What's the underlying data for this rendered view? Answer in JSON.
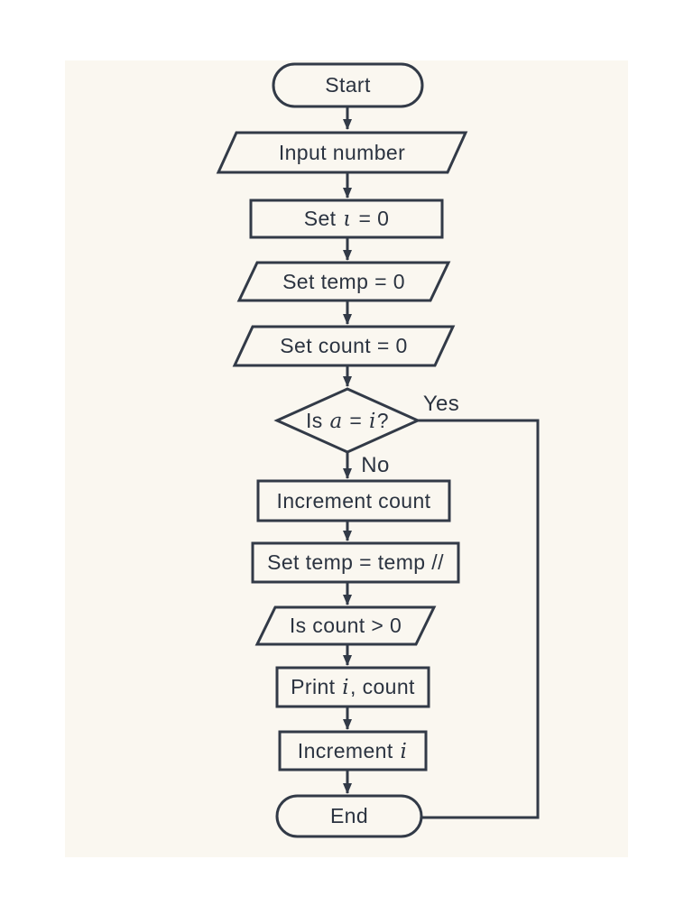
{
  "colors": {
    "background": "#ffffff",
    "panel": "#faf7f0",
    "stroke": "#323a47",
    "text": "#2b3340"
  },
  "flowchart": {
    "nodes": {
      "start": {
        "shape": "terminator",
        "label": "Start"
      },
      "input_number": {
        "shape": "parallelogram",
        "label": "Input number"
      },
      "set_i": {
        "shape": "process",
        "prefix": "Set ",
        "var": "ι",
        "suffix": " = 0"
      },
      "set_temp": {
        "shape": "parallelogram",
        "label": "Set temp = 0"
      },
      "set_count": {
        "shape": "parallelogram",
        "label": "Set count = 0"
      },
      "is_a_equal_i": {
        "shape": "decision",
        "prefix": "Is ",
        "var1": "a",
        "mid": " = ",
        "var2": "i",
        "suffix": "?"
      },
      "increment_count": {
        "shape": "process",
        "label": "Increment count"
      },
      "set_temp_floordiv": {
        "shape": "process",
        "label": "Set temp = temp //"
      },
      "is_count_gt_0": {
        "shape": "parallelogram",
        "label": "Is count > 0"
      },
      "print_i_count": {
        "shape": "process",
        "prefix": "Print ",
        "var": "i",
        "suffix": ", count"
      },
      "increment_i": {
        "shape": "process",
        "prefix": "Increment ",
        "var": "i"
      },
      "end": {
        "shape": "terminator",
        "label": "End"
      }
    },
    "edge_labels": {
      "yes": "Yes",
      "no": "No"
    }
  }
}
